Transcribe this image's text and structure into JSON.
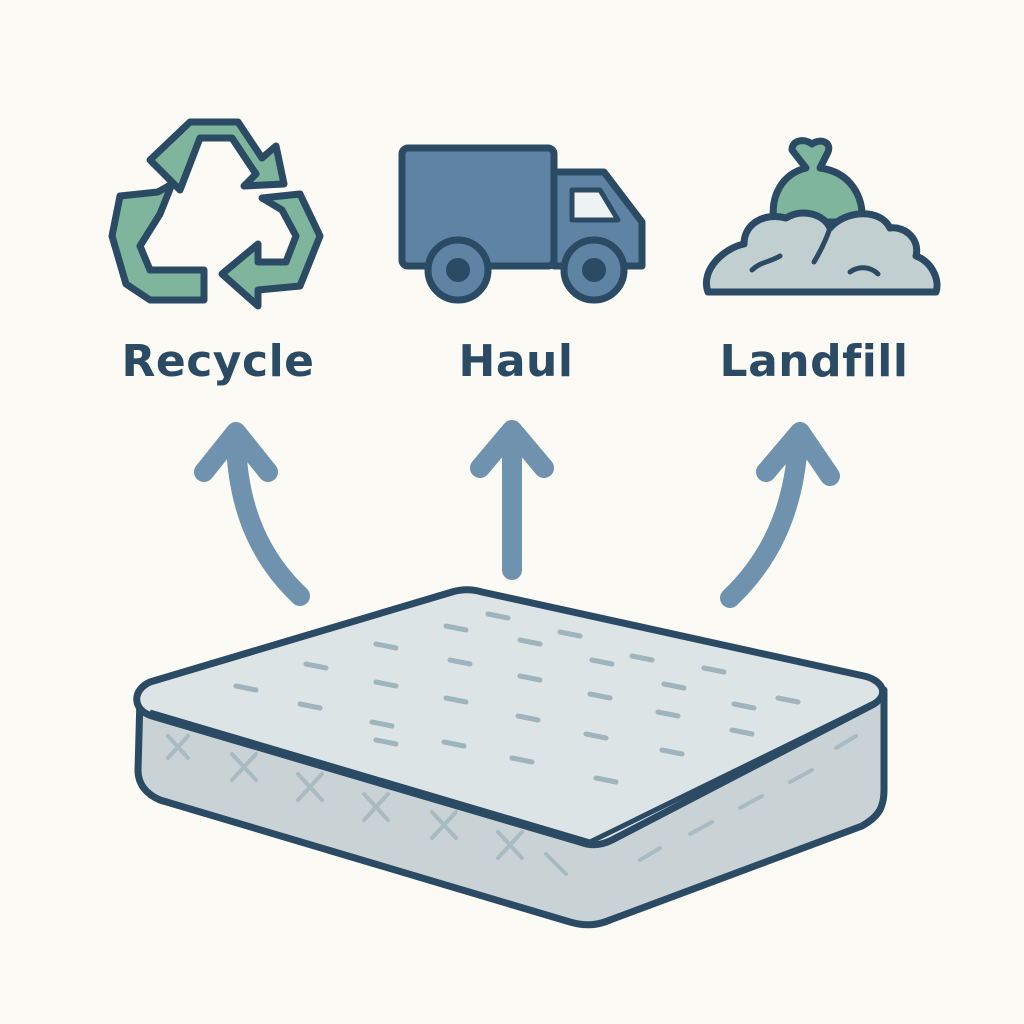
{
  "options": [
    {
      "id": "recycle",
      "label": "Recycle",
      "icon": "recycle-icon"
    },
    {
      "id": "haul",
      "label": "Haul",
      "icon": "truck-icon"
    },
    {
      "id": "landfill",
      "label": "Landfill",
      "icon": "landfill-icon"
    }
  ],
  "source_item": {
    "icon": "mattress-icon"
  },
  "colors": {
    "background": "#fbfaf5",
    "outline": "#2b4a63",
    "green_fill": "#7fb49d",
    "blue_fill": "#5f84a3",
    "arrow": "#6f93ae",
    "mattress_fill": "#dde4e6",
    "mattress_side": "#c9d3d6",
    "mound_fill": "#c2cfd1"
  }
}
